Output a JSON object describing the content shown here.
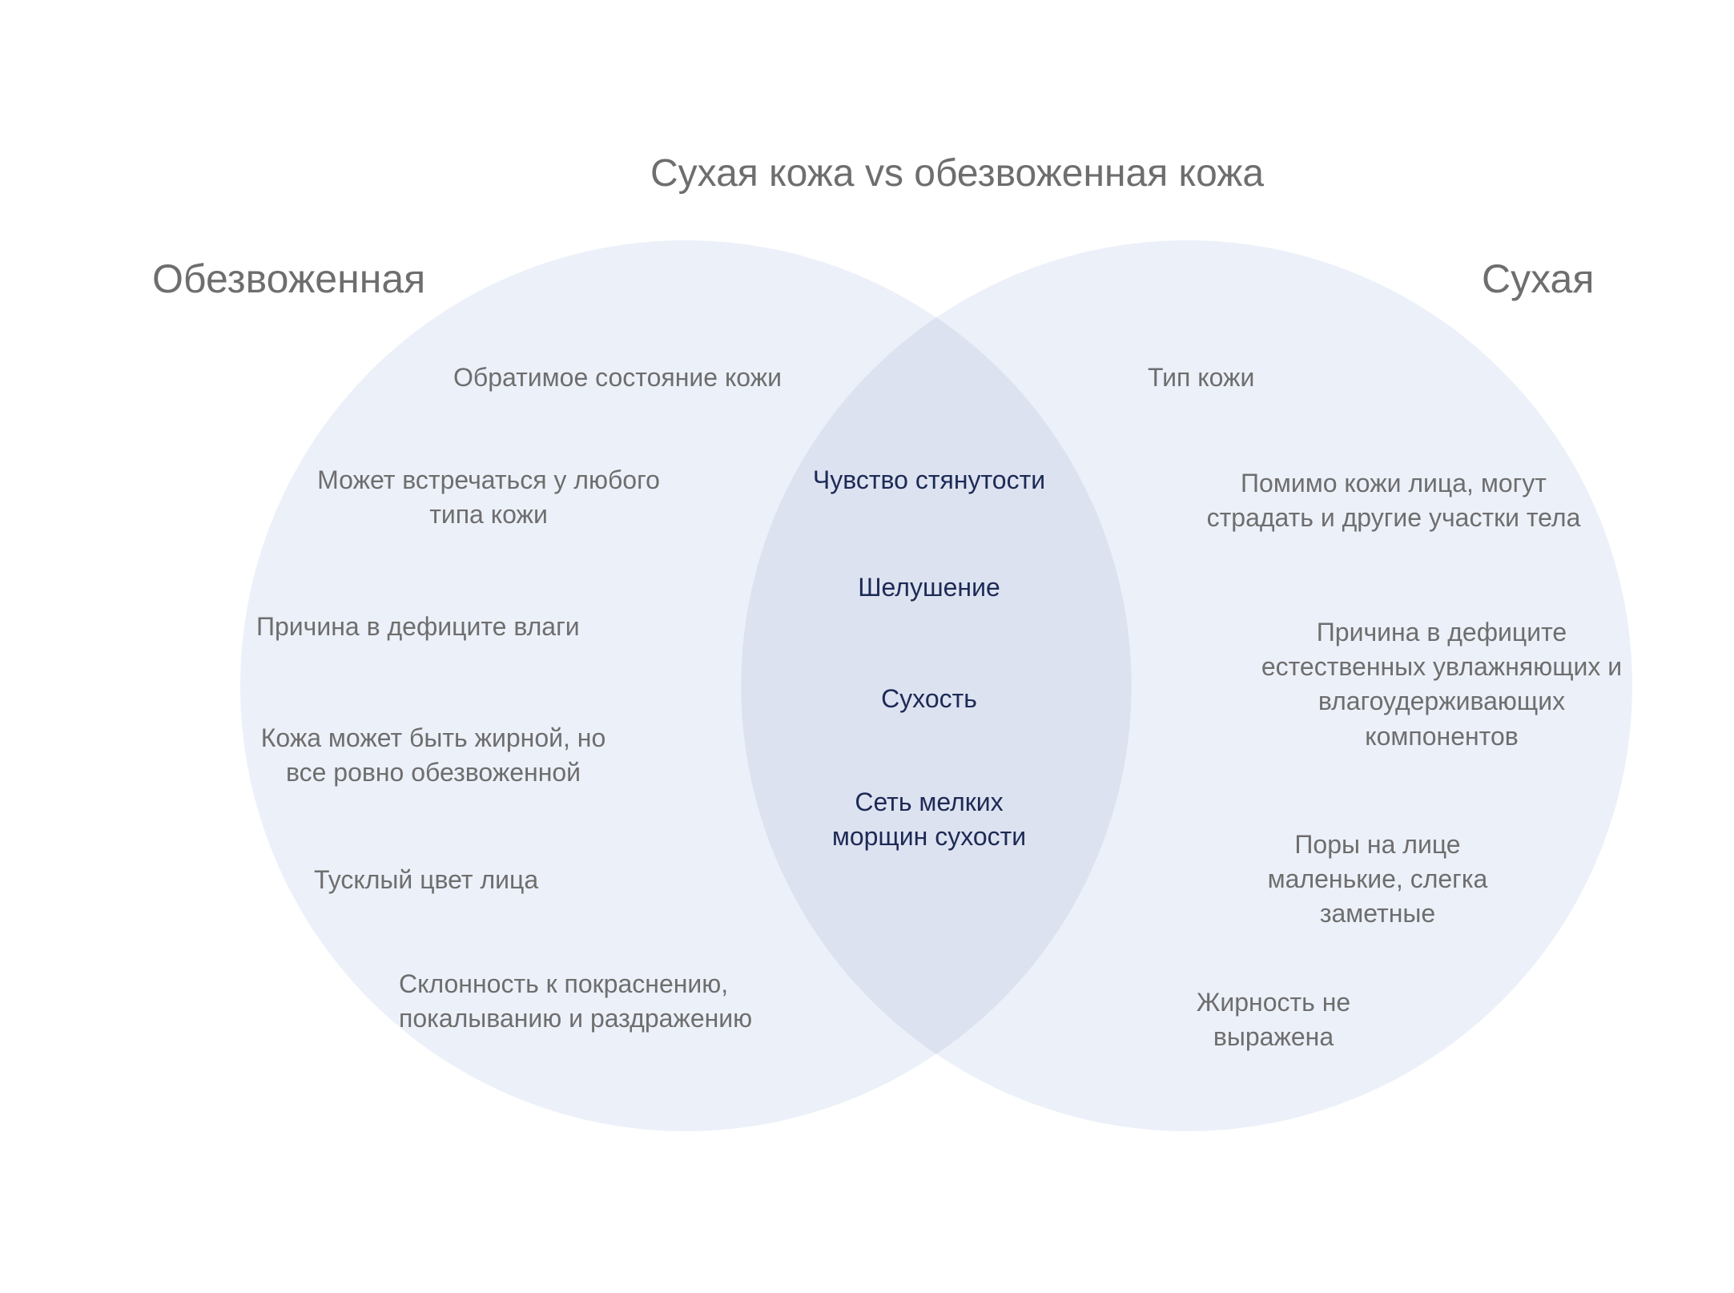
{
  "title": "Сухая кожа vs обезвоженная кожа",
  "sets": {
    "left": {
      "label": "Обезвоженная",
      "items": [
        "Обратимое состояние кожи",
        "Может встречаться у любого\nтипа кожи",
        "Причина в дефиците влаги",
        "Кожа может быть жирной, но\nвсе ровно обезвоженной",
        "Тусклый цвет лица",
        "Склонность к покраснению,\nпокалыванию и раздражению"
      ]
    },
    "right": {
      "label": "Сухая",
      "items": [
        "Тип кожи",
        "Помимо кожи лица, могут\nстрадать и другие участки тела",
        "Причина в дефиците\nестественных увлажняющих и\nвлагоудерживающих\nкомпонентов",
        "Поры на лице\nмаленькие,  слегка\nзаметные",
        "Жирность не\nвыражена"
      ]
    },
    "shared": {
      "items": [
        "Чувство стянутости",
        "Шелушение",
        "Сухость",
        "Сеть мелких\nморщин сухости"
      ]
    }
  },
  "colors": {
    "circle_fill": "#e6ebf6",
    "overlap_fill": "#dde2f0",
    "text": "#6e6e6e",
    "shared_text": "#1c2a55"
  }
}
